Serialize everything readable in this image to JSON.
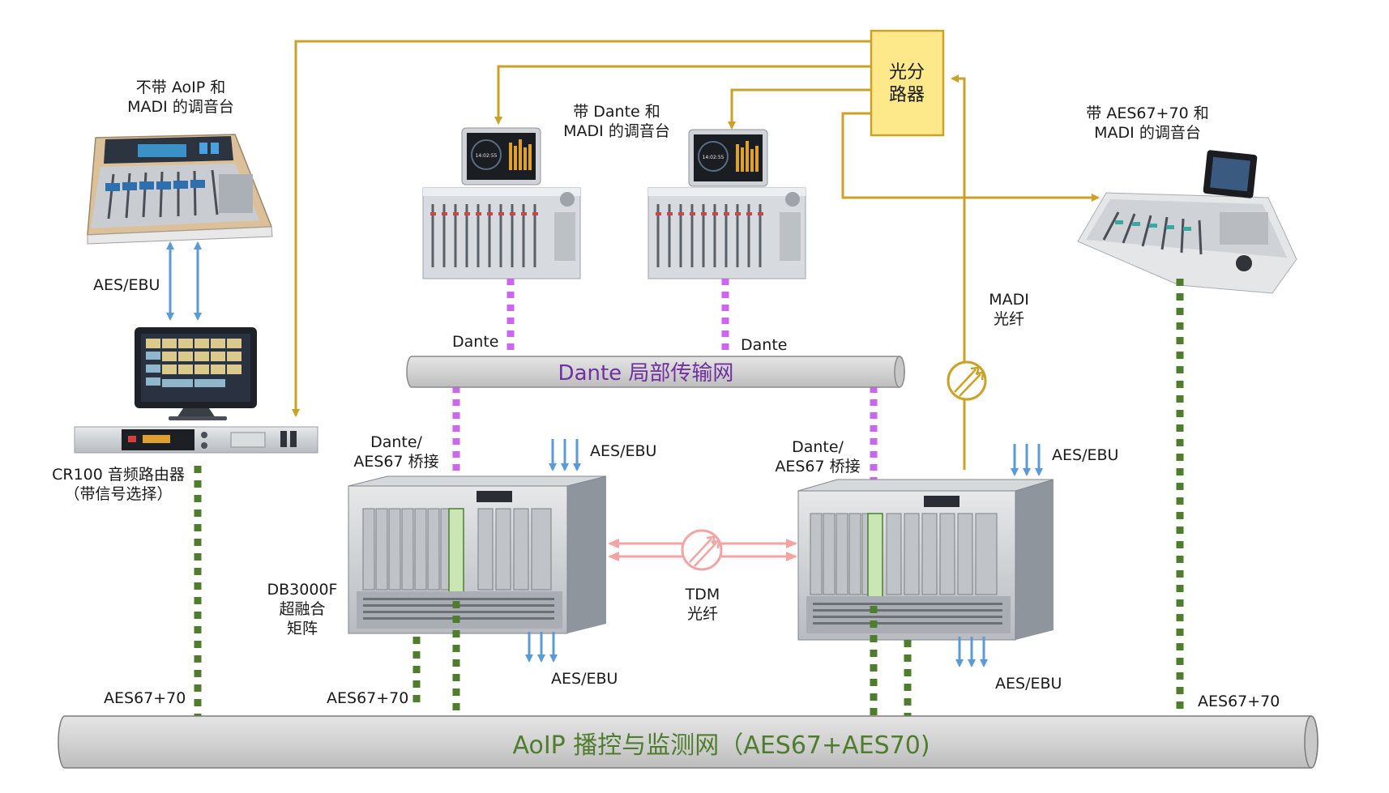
{
  "consoles": {
    "analog": {
      "line1": "不带 AoIP 和",
      "line2": "MADI 的调音台"
    },
    "dante": {
      "line1": "带 Dante 和",
      "line2": "MADI 的调音台"
    },
    "aes67": {
      "line1": "带 AES67+70 和",
      "line2": "MADI 的调音台"
    }
  },
  "splitter": {
    "line1": "光分",
    "line2": "路器"
  },
  "router": {
    "line1": "CR100 音频路由器",
    "line2": "（带信号选择）"
  },
  "matrix": {
    "line1": "DB3000F",
    "line2": "超融合",
    "line3": "矩阵"
  },
  "bridge_left": {
    "line1": "Dante/",
    "line2": "AES67 桥接"
  },
  "bridge_right": {
    "line1": "Dante/",
    "line2": "AES67 桥接"
  },
  "links": {
    "aes_ebu": "AES/EBU",
    "dante": "Dante",
    "madi_line1": "MADI",
    "madi_line2": "光纤",
    "tdm_line1": "TDM",
    "tdm_line2": "光纤",
    "aes67_70": "AES67+70"
  },
  "networks": {
    "dante": "Dante 局部传输网",
    "aoip": "AoIP 播控与监测网（AES67+AES70)"
  },
  "screen_clock": "14:02:55",
  "colors": {
    "fiber": "#c9a227",
    "aes_ebu": "#5b9bd5",
    "dante": "#cc66ee",
    "aes67": "#4e7d2e",
    "tdm": "#f4a3a3",
    "splitter_fill": "#fde98a",
    "network_fill": "#d7d7d7",
    "dante_text": "#7030a0",
    "aoip_text": "#4e7d2e"
  }
}
